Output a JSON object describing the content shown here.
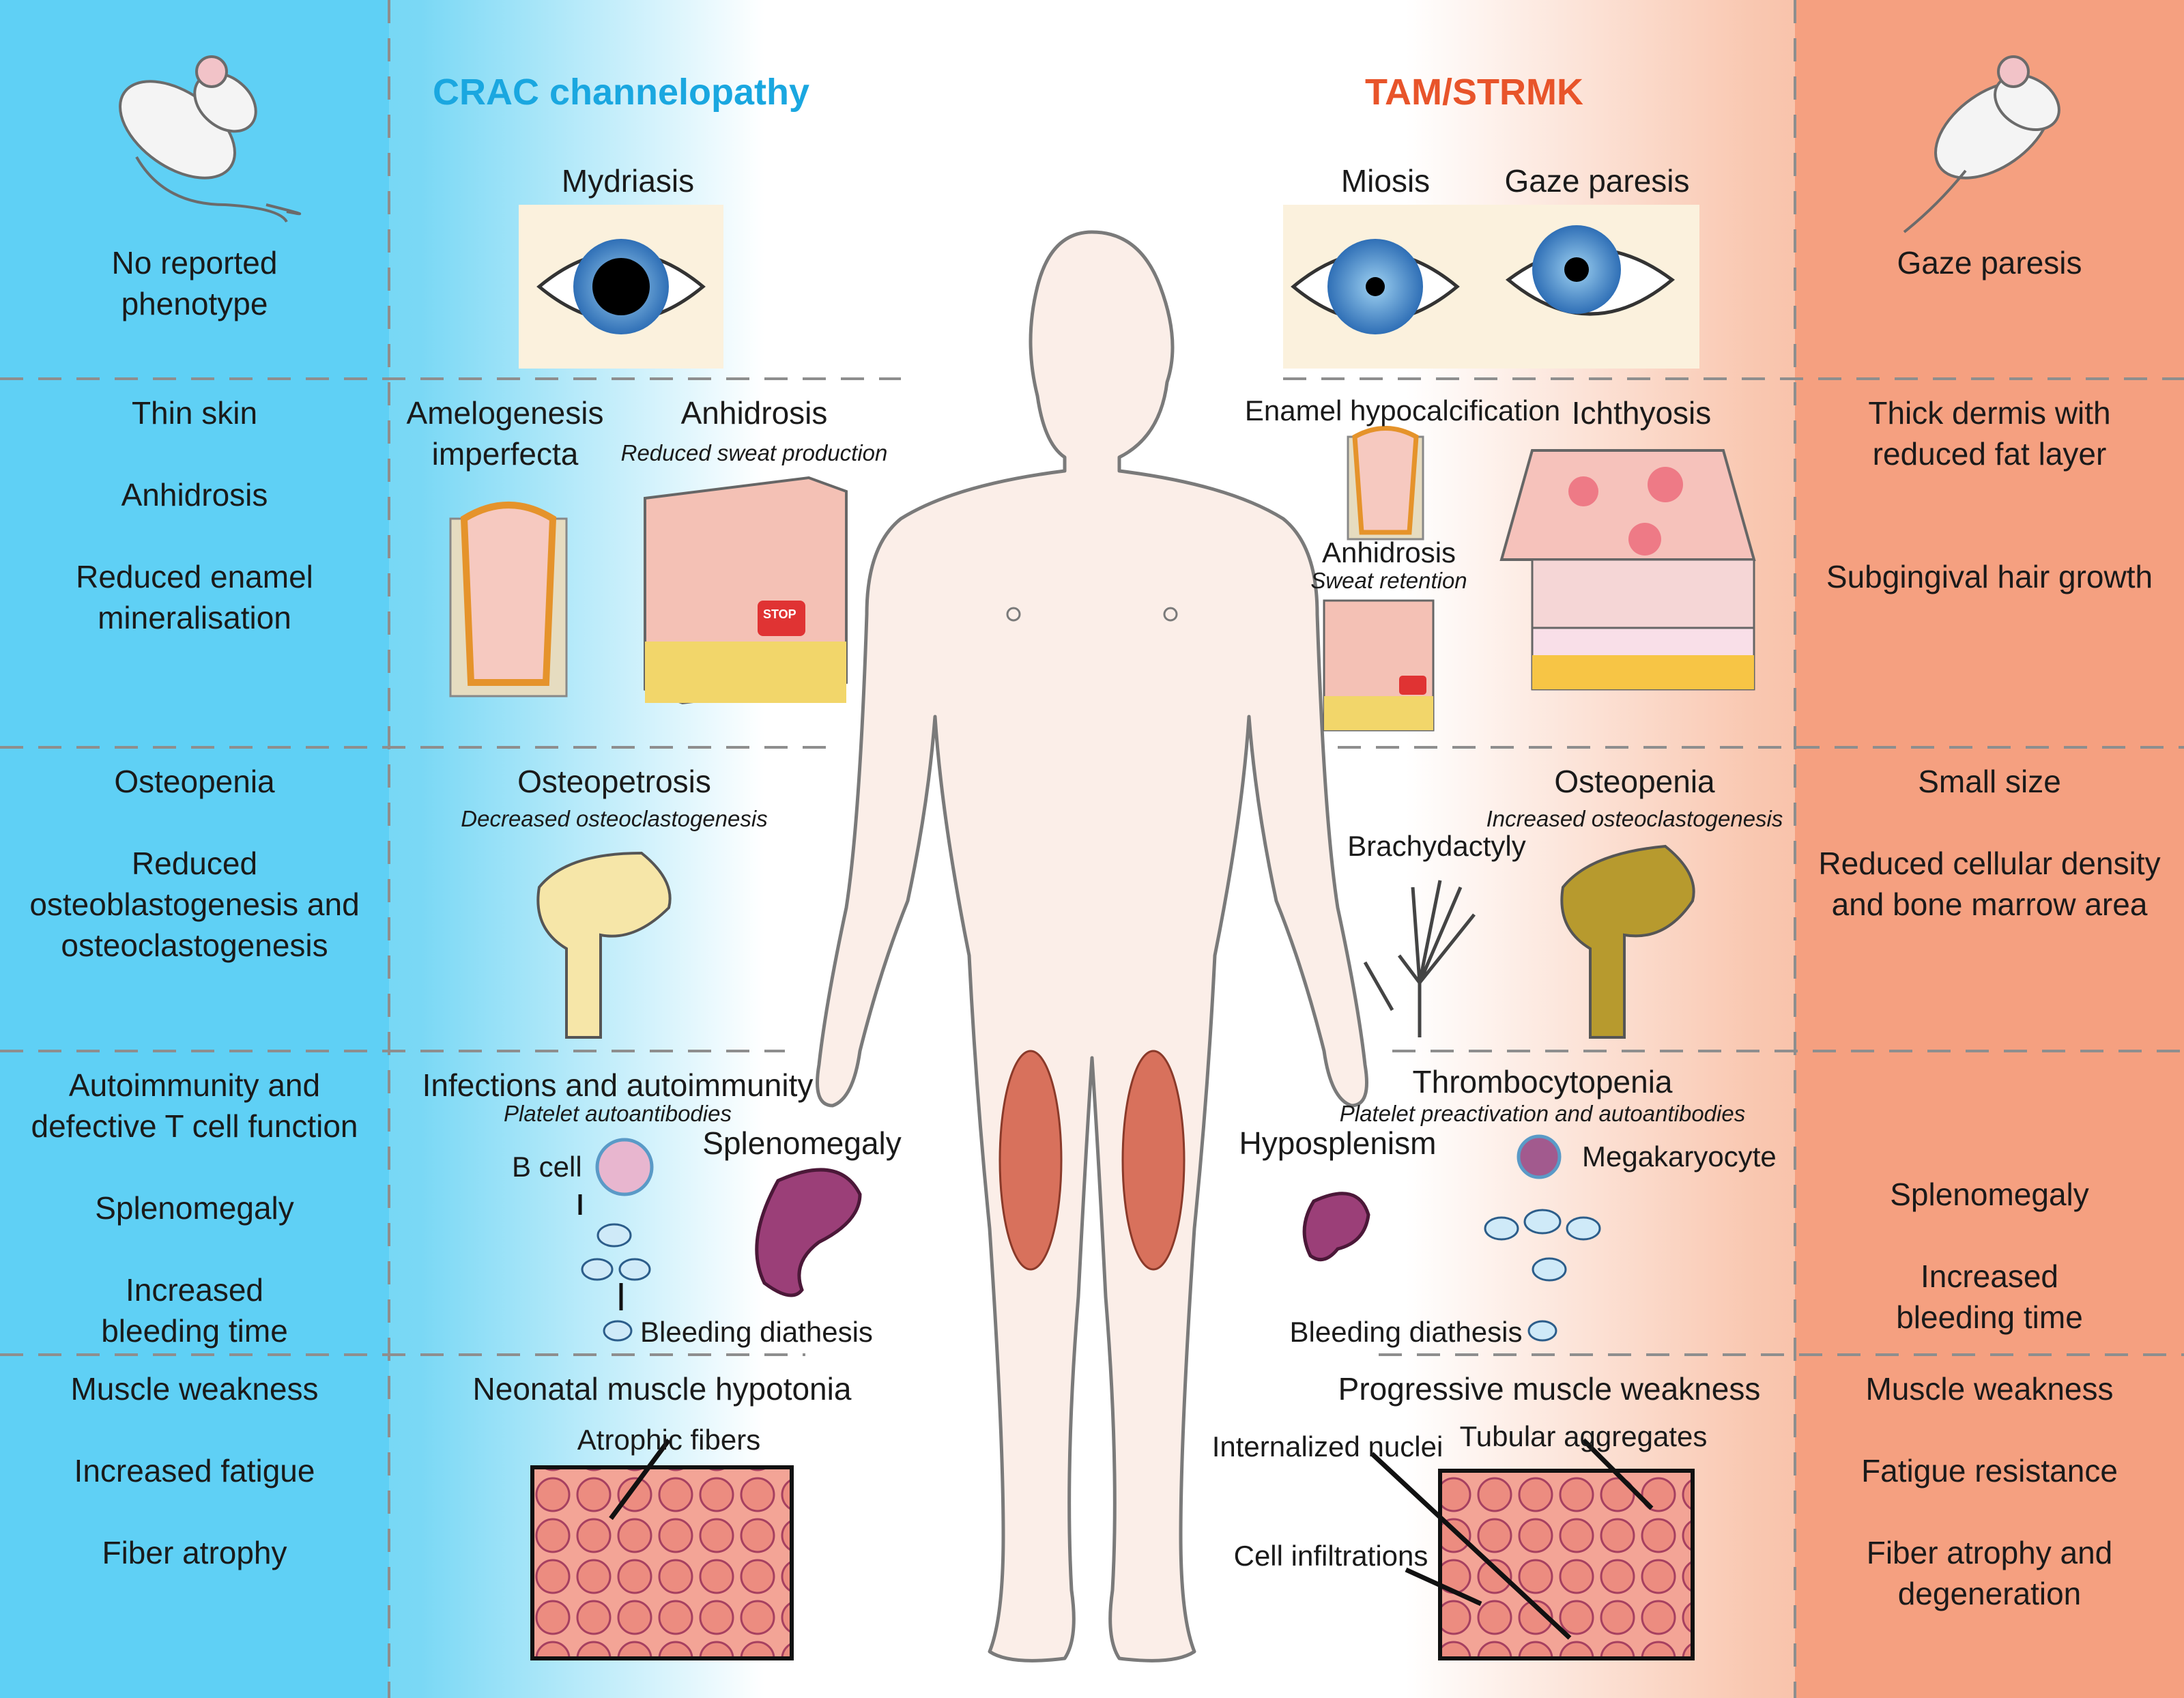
{
  "left_title": "CRAC channelopathy",
  "right_title": "TAM/STRMK",
  "colors": {
    "crac_blue": "#1aa7e0",
    "tam_orange": "#e8542a",
    "left_panel": "#5fd0f5",
    "right_panel": "#f5a080"
  },
  "left_mouse": {
    "eyes": "No reported phenotype",
    "skin": [
      "Thin skin",
      "Anhidrosis",
      "Reduced enamel mineralisation"
    ],
    "bone": [
      "Osteopenia",
      "Reduced osteoblastogenesis and osteoclastogenesis"
    ],
    "immune": [
      "Autoimmunity and defective T cell function",
      "Splenomegaly",
      "Increased bleeding time"
    ],
    "muscle": [
      "Muscle weakness",
      "Increased fatigue",
      "Fiber atrophy"
    ]
  },
  "crac": {
    "eye": "Mydriasis",
    "teeth": "Amelogenesis imperfecta",
    "sweat": "Anhidrosis",
    "sweat_note": "Reduced sweat production",
    "stop_sign": "STOP",
    "bone": "Osteopetrosis",
    "bone_note": "Decreased osteoclastogenesis",
    "immune": "Infections and autoimmunity",
    "immune_note": "Platelet autoantibodies",
    "bcell": "B cell",
    "spleen": "Splenomegaly",
    "bleeding": "Bleeding diathesis",
    "muscle": "Neonatal muscle hypotonia",
    "fibers": "Atrophic fibers"
  },
  "tam": {
    "eye1": "Miosis",
    "eye2": "Gaze paresis",
    "enamel": "Enamel hypocalcification",
    "skin": "Ichthyosis",
    "sweat": "Anhidrosis",
    "sweat_note": "Sweat retention",
    "bone": "Osteopenia",
    "bone_note": "Increased osteoclastogenesis",
    "hand": "Brachydactyly",
    "platelets": "Thrombocytopenia",
    "platelets_note": "Platelet preactivation and autoantibodies",
    "spleen": "Hyposplenism",
    "mk": "Megakaryocyte",
    "bleeding": "Bleeding diathesis",
    "muscle": "Progressive muscle weakness",
    "nuclei": "Internalized nuclei",
    "aggregates": "Tubular aggregates",
    "infiltrations": "Cell infiltrations"
  },
  "right_mouse": {
    "eyes": "Gaze paresis",
    "skin": [
      "Thick dermis with reduced fat layer",
      "Subgingival hair growth"
    ],
    "bone": [
      "Small size",
      "Reduced cellular density and bone marrow area"
    ],
    "immune": [
      "Splenomegaly",
      "Increased bleeding time"
    ],
    "muscle": [
      "Muscle weakness",
      "Fatigue resistance",
      "Fiber atrophy and degeneration"
    ]
  }
}
